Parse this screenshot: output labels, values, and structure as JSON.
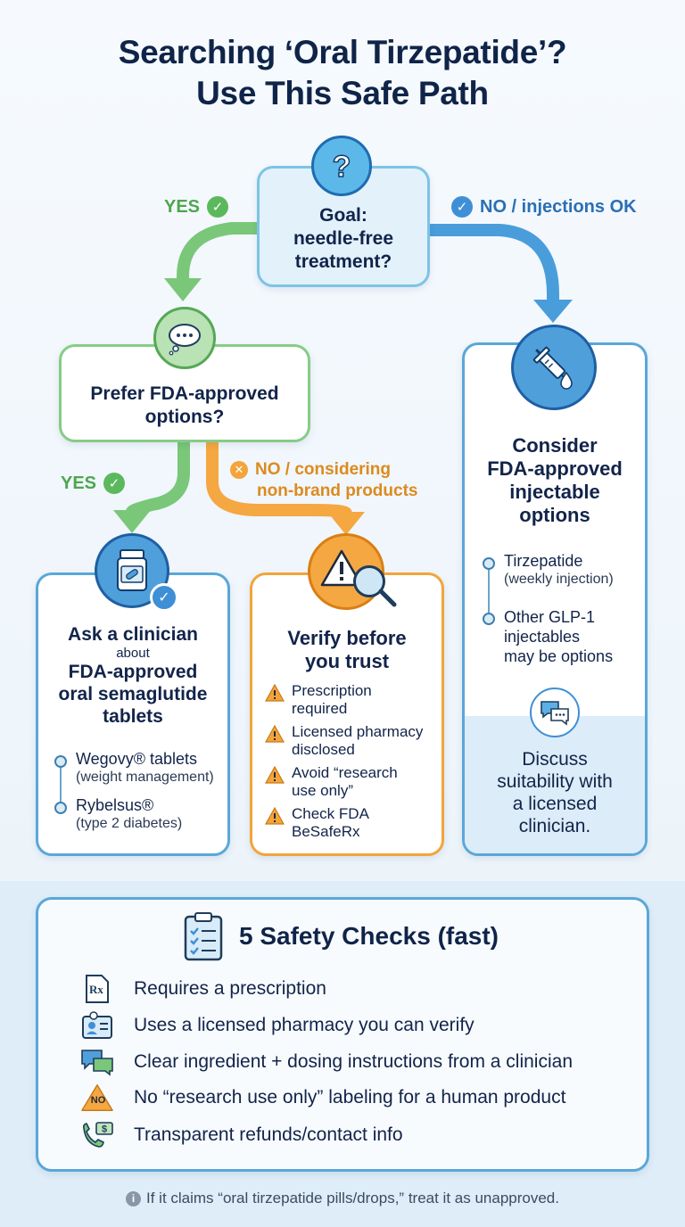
{
  "title": {
    "line1": "Searching ‘Oral Tirzepatide’?",
    "line2": "Use This Safe Path"
  },
  "colors": {
    "blue": "#3f97d6",
    "green": "#6cc26c",
    "orange": "#f3a43a",
    "navy": "#0f2448"
  },
  "start": {
    "icon": "question-icon",
    "line1": "Goal:",
    "line2": "needle-free",
    "line3": "treatment?"
  },
  "branches": {
    "yes_top": "YES",
    "no_top": "NO / injections OK",
    "yes_mid": "YES",
    "no_mid_line1": "NO / considering",
    "no_mid_line2": "non-brand products"
  },
  "prefer": {
    "icon": "thought-bubble-icon",
    "line1": "Prefer FDA-approved",
    "line2": "options?"
  },
  "injectable": {
    "icon": "syringe-icon",
    "heading": [
      "Consider",
      "FDA-approved",
      "injectable",
      "options"
    ],
    "items": [
      {
        "main": "Tirzepatide",
        "sub": "(weekly injection)"
      },
      {
        "main": "Other GLP-1",
        "sub_lines": [
          "injectables",
          "may be options"
        ]
      }
    ],
    "discuss_icon": "chat-bubbles-icon",
    "discuss": [
      "Discuss",
      "suitability with",
      "a licensed",
      "clinician."
    ]
  },
  "oral": {
    "icon": "pill-bottle-icon",
    "heading1": "Ask a clinician",
    "about": "about",
    "heading2": "FDA-approved",
    "heading3": "oral semaglutide",
    "heading4": "tablets",
    "items": [
      {
        "main": "Wegovy® tablets",
        "sub": "(weight management)"
      },
      {
        "main": "Rybelsus®",
        "sub": "(type 2 diabetes)"
      }
    ]
  },
  "verify": {
    "icon": "warning-magnifier-icon",
    "heading1": "Verify before",
    "heading2": "you trust",
    "items": [
      [
        "Prescription",
        "required"
      ],
      [
        "Licensed pharmacy",
        "disclosed"
      ],
      [
        "Avoid “research",
        "use only”"
      ],
      [
        "Check FDA",
        "BeSafeRx"
      ]
    ]
  },
  "checks": {
    "icon": "clipboard-checklist-icon",
    "title": "5 Safety Checks (fast)",
    "items": [
      {
        "icon": "prescription-icon",
        "text": "Requires a prescription"
      },
      {
        "icon": "pharmacy-id-icon",
        "text": "Uses a licensed pharmacy you can verify"
      },
      {
        "icon": "chat-icon",
        "text": "Clear ingredient + dosing instructions from a clinician"
      },
      {
        "icon": "no-sign-icon",
        "badge": "NO",
        "text": "No “research use only” labeling for a human product"
      },
      {
        "icon": "phone-money-icon",
        "text": "Transparent refunds/contact info"
      }
    ]
  },
  "footer": "If it claims “oral tirzepatide pills/drops,” treat it as unapproved."
}
